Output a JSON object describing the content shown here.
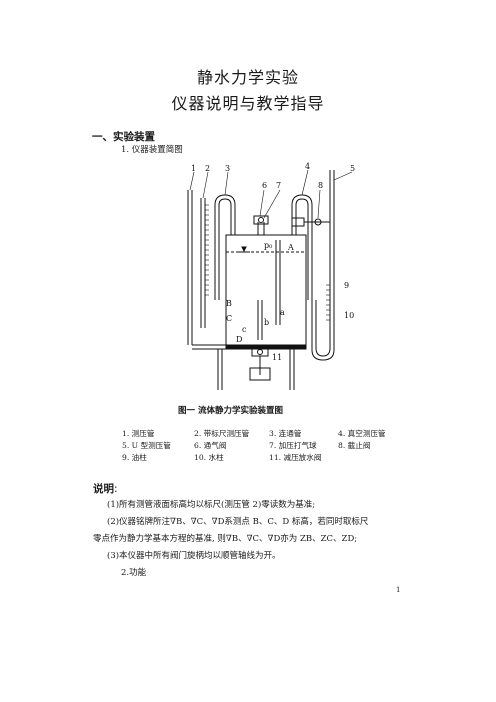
{
  "title_line1": "静水力学实验",
  "title_line2": "仪器说明与教学指导",
  "section1": {
    "heading": "一、实验装置",
    "sub1": "1. 仪器装置简图"
  },
  "diagram": {
    "number_labels": [
      "1",
      "2",
      "3",
      "4",
      "5",
      "6",
      "7",
      "8",
      "9",
      "10",
      "11"
    ],
    "point_labels": [
      "A",
      "B",
      "C",
      "D",
      "a",
      "b",
      "c"
    ],
    "p0_label": "p₀"
  },
  "figure_caption": "图一   流体静力学实验装置图",
  "legend": [
    [
      "1. 测压管",
      "2. 带标尺测压管",
      "3. 连通管",
      "4. 真空测压管"
    ],
    [
      "5. U 型测压管",
      "6. 通气阀",
      "7. 加压打气球",
      "8. 截止阀"
    ],
    [
      "9. 油柱",
      "10. 水柱",
      "11. 减压放水阀",
      ""
    ]
  ],
  "notes": {
    "heading": "说明",
    "colon": ":",
    "n1": "(1)所有测管液面标高均以标尺(测压管 2)零读数为基准;",
    "n2a": "(2)仪器铭牌所注∇B、∇C、∇D系测点 B、C、D 标高，若同时取标尺",
    "n2b": "零点作为静力学基本方程的基准, 则∇B、∇C、∇D亦为 ZB、ZC、ZD;",
    "n3": "(3)本仪器中所有阀门旋柄均以顺管轴线为开。",
    "func": "2.功能"
  },
  "page_number": "1"
}
